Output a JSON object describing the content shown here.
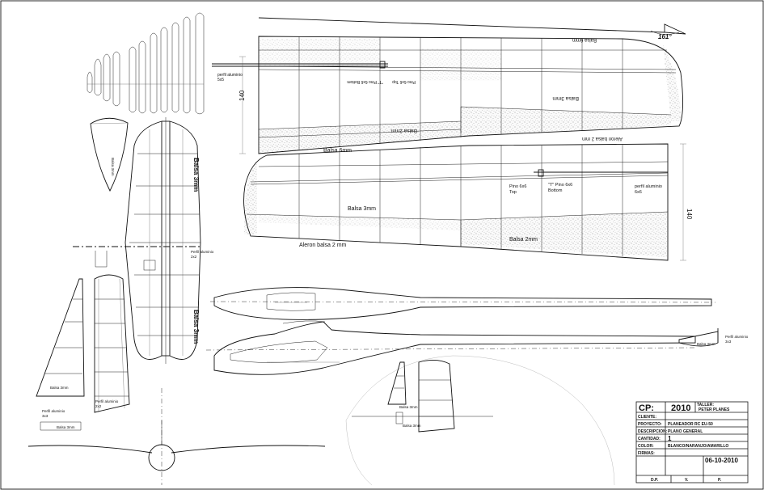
{
  "labels": {
    "wing_top_balsa6": "Balsa 6mm",
    "wing_top_balsa3": "Balsa 3mm",
    "wing_top_balsa2": "Balsa 2mm",
    "wing_top_pino_bottom": "\"T\" Pino 6x6 Bottom",
    "wing_top_pino_top": "Pino 6x6 Top",
    "wing_top_aleron": "Aleron balsa 2 mm",
    "wing_top_perfil_1": "perfil aluminio",
    "wing_top_perfil_2": "5x5",
    "angle": "161°",
    "dim_140_a": "140",
    "dim_140_b": "140",
    "wing_bot_balsa6": "Balsa 6mm",
    "wing_bot_balsa3": "Balsa 3mm",
    "wing_bot_balsa2": "Balsa 2mm",
    "wing_bot_pino_top_1": "Pino 6x6",
    "wing_bot_pino_top_2": "Top",
    "wing_bot_pino_bottom_1": "\"T\" Pino 6x6",
    "wing_bot_pino_bottom_2": "Bottom",
    "wing_bot_perfil_1": "perfil aluminio",
    "wing_bot_perfil_2": "6x6",
    "wing_bot_aleron": "Aleron balsa 2 mm",
    "stab_balsa_a": "Balsa 3mm",
    "stab_balsa_b": "Balsa 3mm",
    "stab_perfil_1": "Perfil aluminio",
    "stab_perfil_2": "2x2",
    "fin_balsa": "Balsa 3mm",
    "fin_perfil_1": "Perfil aluminio",
    "fin_perfil_2": "2x2",
    "left_perfil_1": "Perfil aluminio",
    "left_perfil_2": "3x3",
    "left_balsa": "Balsa 3mm",
    "tail_balsa": "Balsa 3mm",
    "tail_perfil_1": "Perfil aluminio",
    "tail_perfil_2": "3x3",
    "detail_balsa_a": "Balsa 3mm",
    "detail_balsa_b": "Balsa 3mm",
    "template_label": "Balsa 3mm"
  },
  "title_block": {
    "cp_label": "CP:",
    "cp_value": "2010",
    "taller_label": "TALLER:",
    "taller_value": "PETER PLANES",
    "cliente_label": "CLIENTE:",
    "cliente_value": "",
    "proyecto_label": "PROYECTO:",
    "proyecto_value": "PLANEADOR RC EU-50",
    "descripcion_label": "DESCRIPCION:",
    "descripcion_value": "PLANO GENERAL",
    "cantidad_label": "CANTIDAD:",
    "cantidad_value": "1",
    "color_label": "COLOR:",
    "color_value": "BLANCO/NARANJO/AMARILLO",
    "firmas_label": "FIRMAS:",
    "date_value": "06-10-2010",
    "dp_label": "D.P.",
    "v_label": "V.",
    "p_label": "P."
  }
}
